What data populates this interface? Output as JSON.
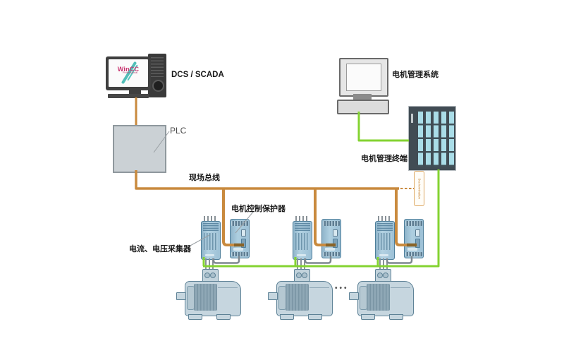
{
  "diagram": {
    "labels": {
      "scada": "DCS / SCADA",
      "plc": "PLC",
      "fieldbus": "现场总线",
      "protector": "电机控制保护器",
      "collector": "电流、电压采集器",
      "mgmt_system": "电机管理系统",
      "mgmt_terminal": "电机管理终端",
      "bus_termination": "Bus termination",
      "more_motors": "•••"
    },
    "wincc": {
      "brand": "WinCC",
      "edition": "Professional"
    },
    "colors": {
      "fieldbus_orange": "#C98A3E",
      "fieldbus_tip_brown": "#8A6428",
      "network_green": "#84D332",
      "link_gray": "#7E8890",
      "device_blue": "#9BBED2",
      "device_outline": "#4E7E9A",
      "rack_dark": "#414C54",
      "rack_slot_cyan": "#AADDE8",
      "wincc_magenta": "#C8326E",
      "wincc_teal": "#3EB8B0"
    }
  }
}
